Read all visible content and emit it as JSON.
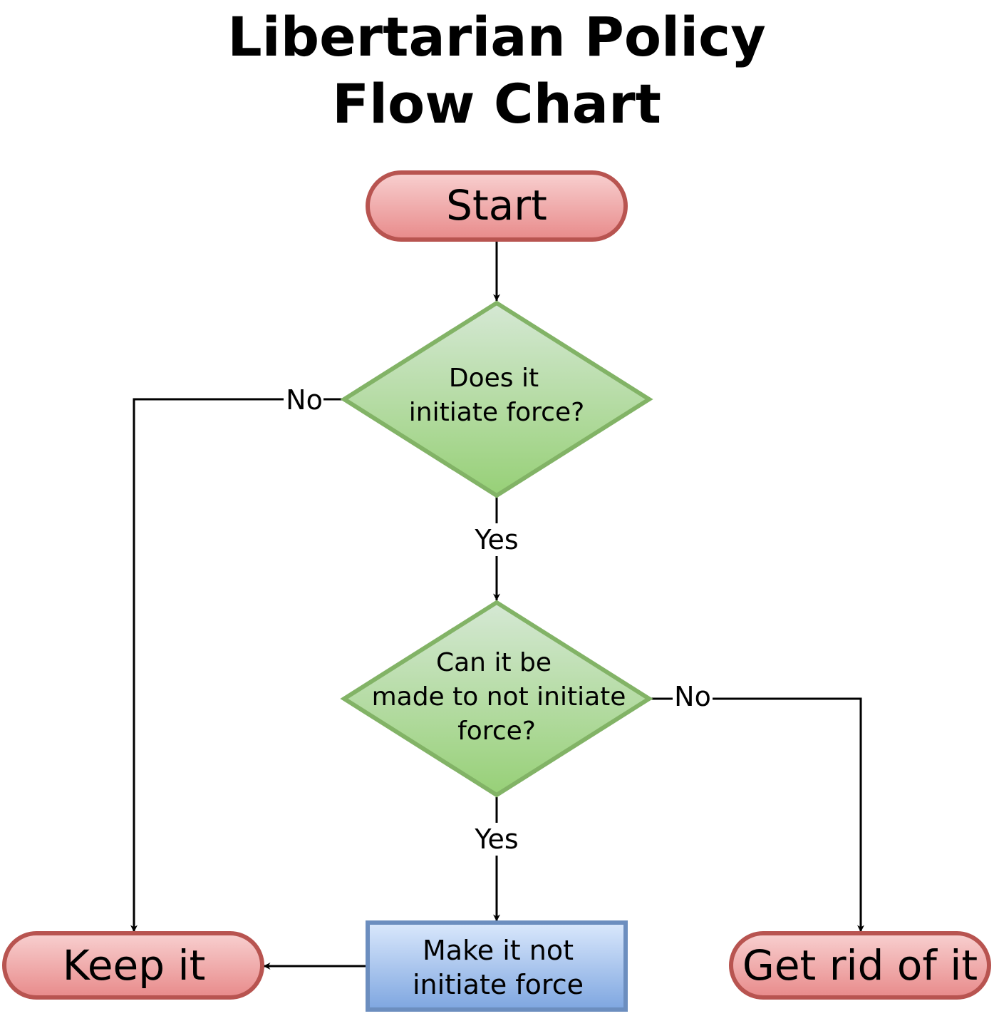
{
  "title": {
    "line1": "Libertarian Policy",
    "line2": "Flow Chart"
  },
  "nodes": {
    "start": {
      "label": "Start"
    },
    "decision1": {
      "line1": "Does it",
      "line2": "initiate force?"
    },
    "decision2": {
      "line1": "Can it be",
      "line2": "made to not initiate",
      "line3": "force?"
    },
    "process": {
      "line1": "Make it not",
      "line2": "initiate force"
    },
    "keep": {
      "label": "Keep it"
    },
    "get_rid": {
      "label": "Get rid of it"
    }
  },
  "edges": {
    "d1_no": "No",
    "d1_yes": "Yes",
    "d2_no": "No",
    "d2_yes": "Yes"
  },
  "colors": {
    "terminal_fill_top": "#f8d0d0",
    "terminal_fill_bottom": "#e88a8a",
    "terminal_stroke": "#b85450",
    "decision_fill_top": "#d5e8d4",
    "decision_fill_bottom": "#97d077",
    "decision_stroke": "#82b366",
    "process_fill_top": "#dae8fc",
    "process_fill_bottom": "#7ea6e0",
    "process_stroke": "#6c8ebf",
    "line": "#000000"
  }
}
